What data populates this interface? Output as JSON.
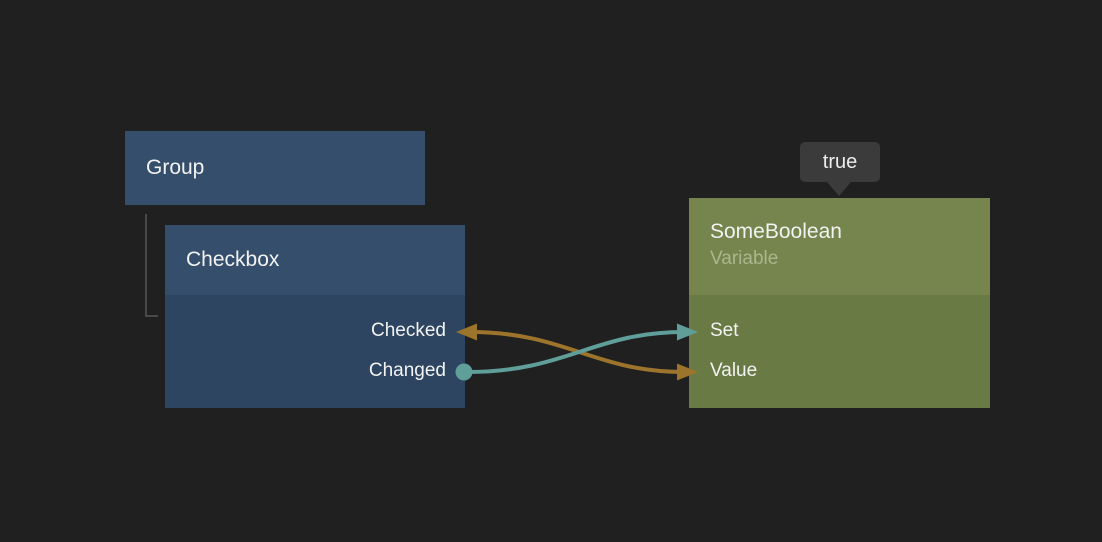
{
  "colors": {
    "background": "#202020",
    "node_blue_header": "#344e6b",
    "node_blue_body": "#2d4560",
    "node_green_header": "#75854d",
    "node_green_body": "#6a7a45",
    "tooltip_bg": "#3b3b3b",
    "title_text": "#f2f2f2",
    "subtitle_text": "#a9b68e",
    "port_text": "#f2f2f2",
    "child_line": "#555555"
  },
  "nodes": {
    "group": {
      "title": "Group"
    },
    "checkbox": {
      "title": "Checkbox",
      "parent": "Group",
      "outputs": [
        {
          "label": "Checked"
        },
        {
          "label": "Changed"
        }
      ]
    },
    "variable": {
      "title": "SomeBoolean",
      "subtitle": "Variable",
      "inputs": [
        {
          "label": "Set"
        },
        {
          "label": "Value"
        }
      ]
    }
  },
  "tooltip": {
    "text": "true"
  },
  "connections": [
    {
      "from_node": "Checkbox",
      "from_port": "Checked",
      "to_node": "SomeBoolean",
      "to_port": "Value",
      "color": "#9c742c",
      "ends": "arrow-both"
    },
    {
      "from_node": "Checkbox",
      "from_port": "Changed",
      "to_node": "SomeBoolean",
      "to_port": "Set",
      "color": "#5f9e99",
      "ends": "dot-to-arrow"
    }
  ]
}
